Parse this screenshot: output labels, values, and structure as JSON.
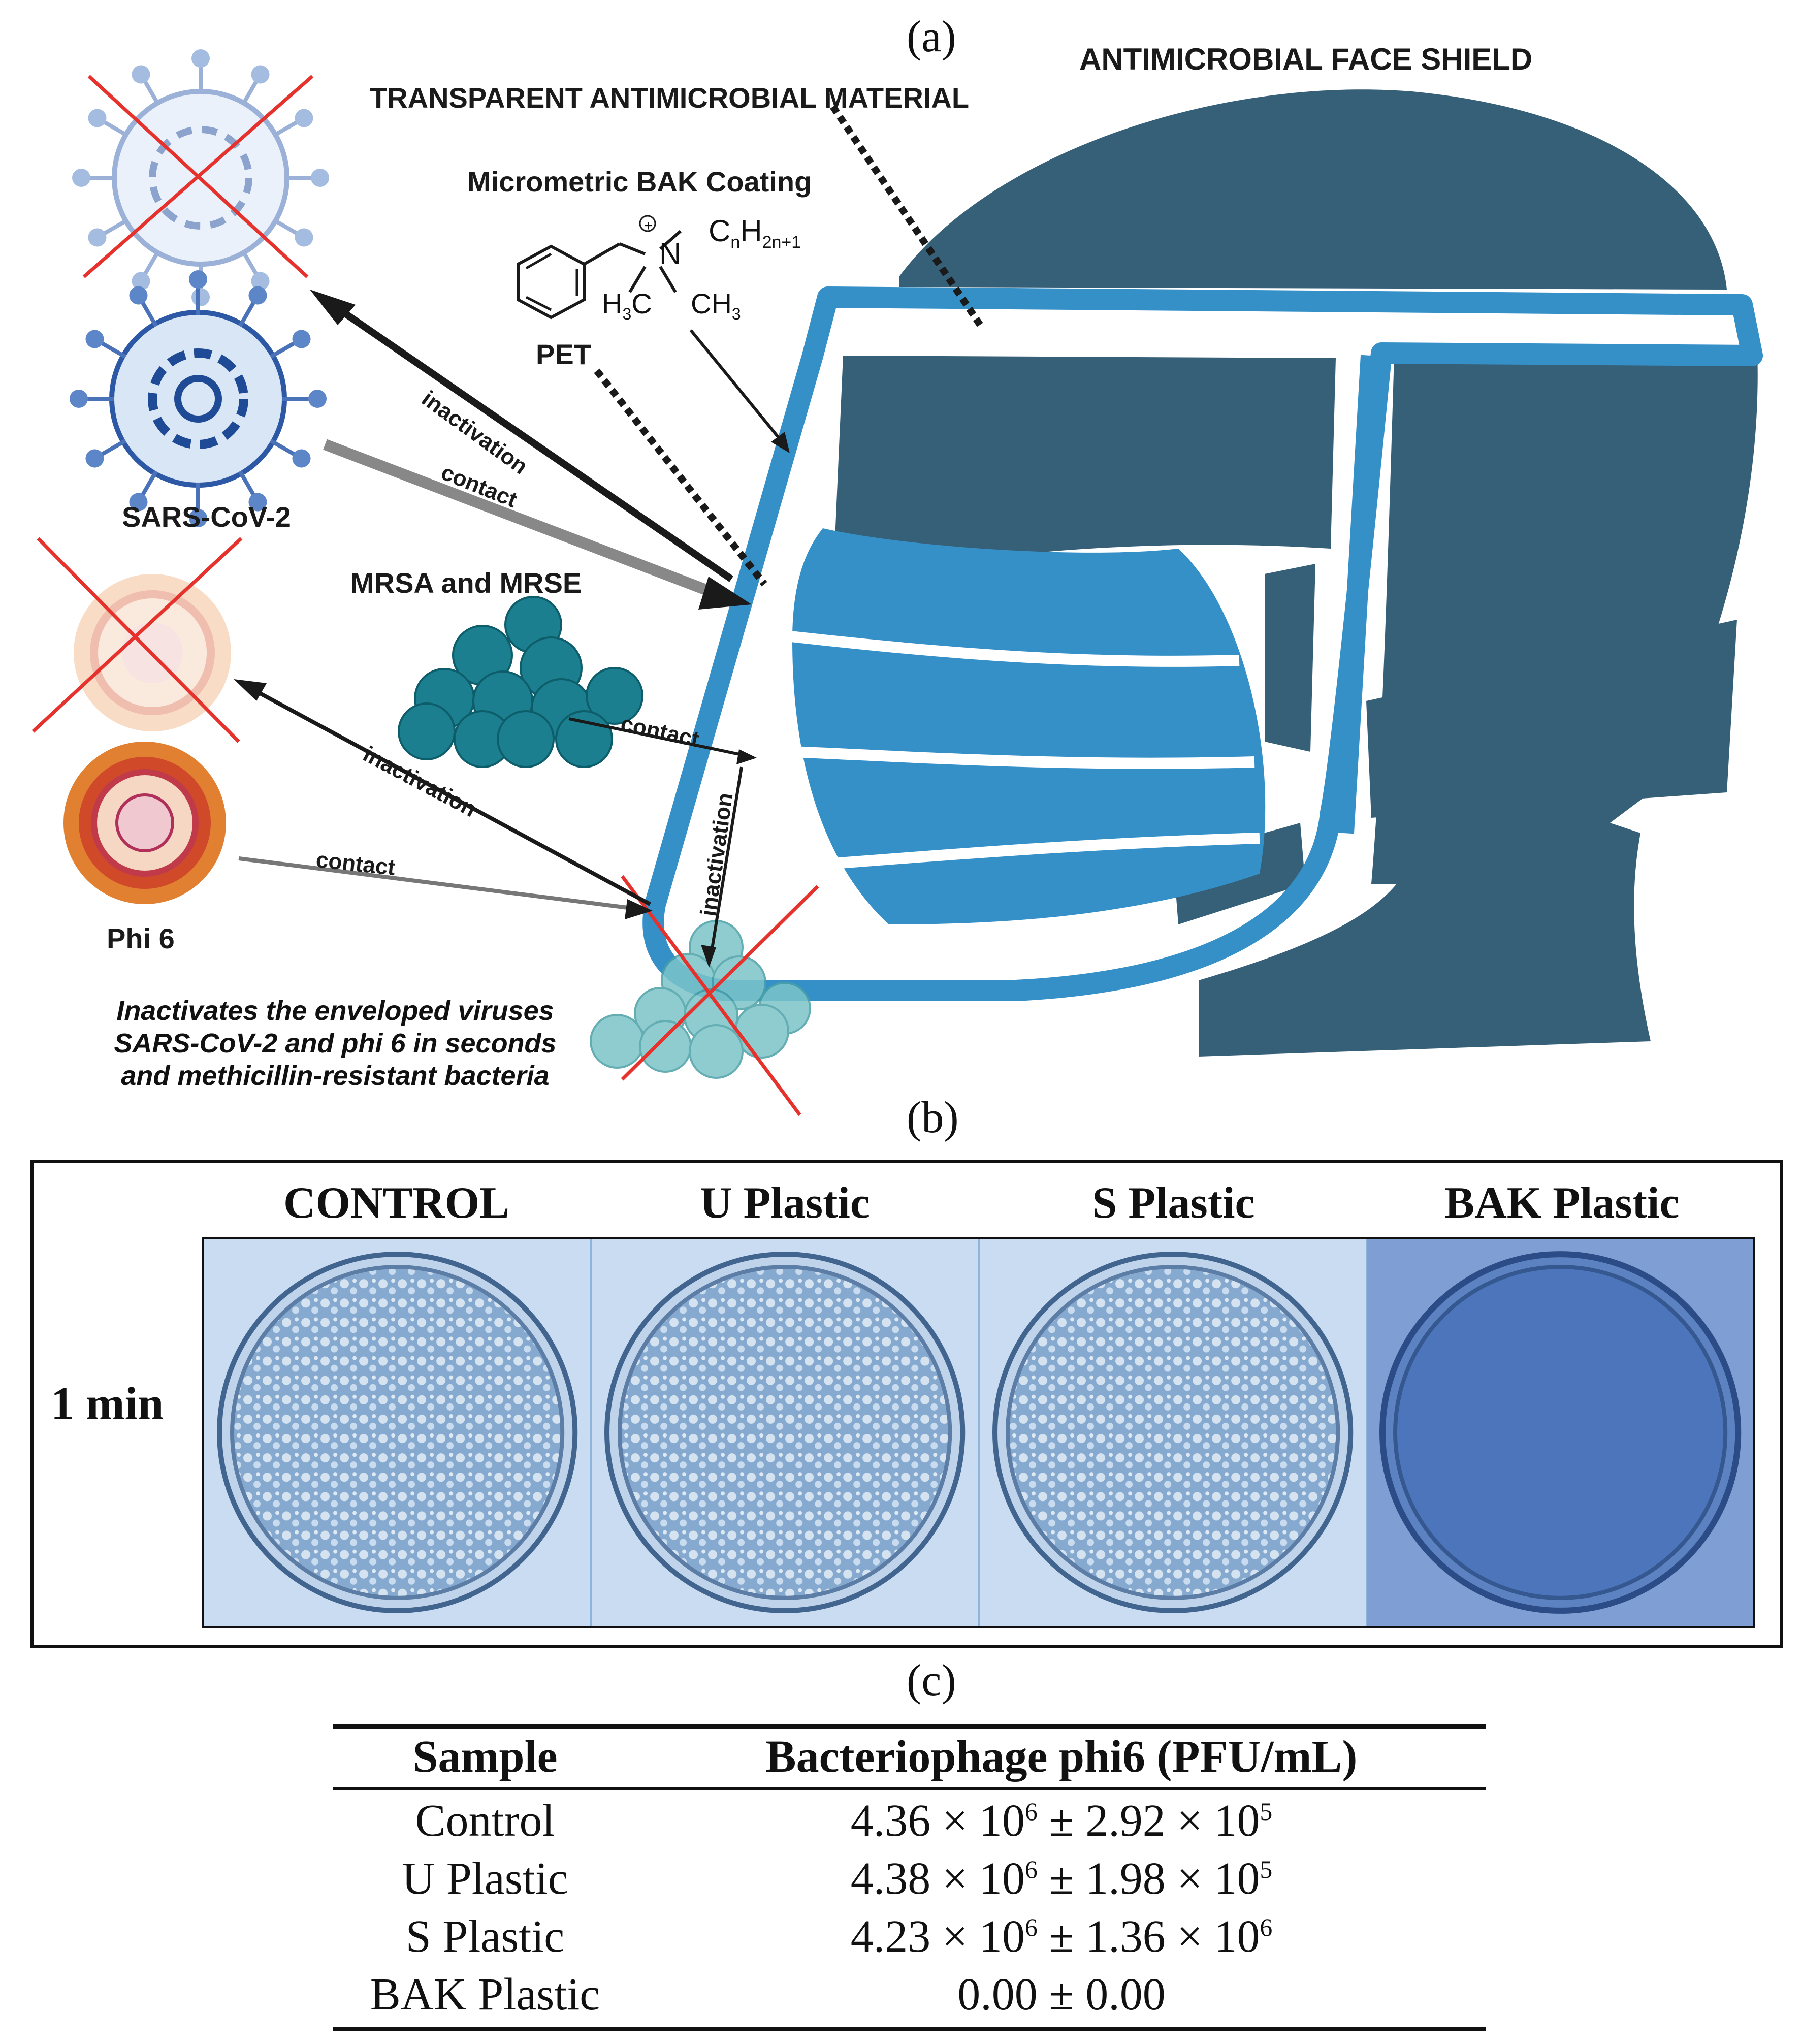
{
  "panel_a": {
    "label": "(a)",
    "title": "ANTIMICROBIAL FACE SHIELD",
    "material_label": "TRANSPARENT ANTIMICROBIAL MATERIAL",
    "coating_label": "Micrometric BAK Coating",
    "substrate_label": "PET",
    "chem": {
      "n_plus": "N",
      "chain": "C",
      "chain_n": "n",
      "chain_h": "H",
      "chain_2n1": "2n+1",
      "me1": "H",
      "me1_sub": "3",
      "me1_c": "C",
      "me2": "CH",
      "me2_sub": "3",
      "charge": "+"
    },
    "organisms": {
      "sars": "SARS-CoV-2",
      "mrsa": "MRSA and MRSE",
      "phi6": "Phi 6"
    },
    "arrows": {
      "inact1": "inactivation",
      "contact1": "contact",
      "inact2": "inactivation",
      "contact2": "contact",
      "contact3": "contact",
      "inact3": "inactivation"
    },
    "caption_lines": [
      "Inactivates the enveloped viruses",
      "SARS-CoV-2  and phi 6 in seconds",
      "and methicillin-resistant bacteria"
    ],
    "colors": {
      "shield": "#3590c8",
      "head": "#365f78",
      "cross": "#e5322d",
      "bacteria": "#1b7f8f"
    }
  },
  "panel_b": {
    "label": "(b)",
    "row_label": "1 min",
    "columns": [
      "CONTROL",
      "U Plastic",
      "S Plastic",
      "BAK Plastic"
    ]
  },
  "panel_c": {
    "label": "(c)",
    "headers": [
      "Sample",
      "Bacteriophage phi6 (PFU/mL)"
    ],
    "rows": [
      {
        "sample": "Control",
        "mean": "4.36",
        "mean_exp": "6",
        "sd": "2.92",
        "sd_exp": "5"
      },
      {
        "sample": "U Plastic",
        "mean": "4.38",
        "mean_exp": "6",
        "sd": "1.98",
        "sd_exp": "5"
      },
      {
        "sample": "S Plastic",
        "mean": "4.23",
        "mean_exp": "6",
        "sd": "1.36",
        "sd_exp": "6"
      },
      {
        "sample": "BAK Plastic",
        "value": "0.00 ± 0.00"
      }
    ]
  }
}
